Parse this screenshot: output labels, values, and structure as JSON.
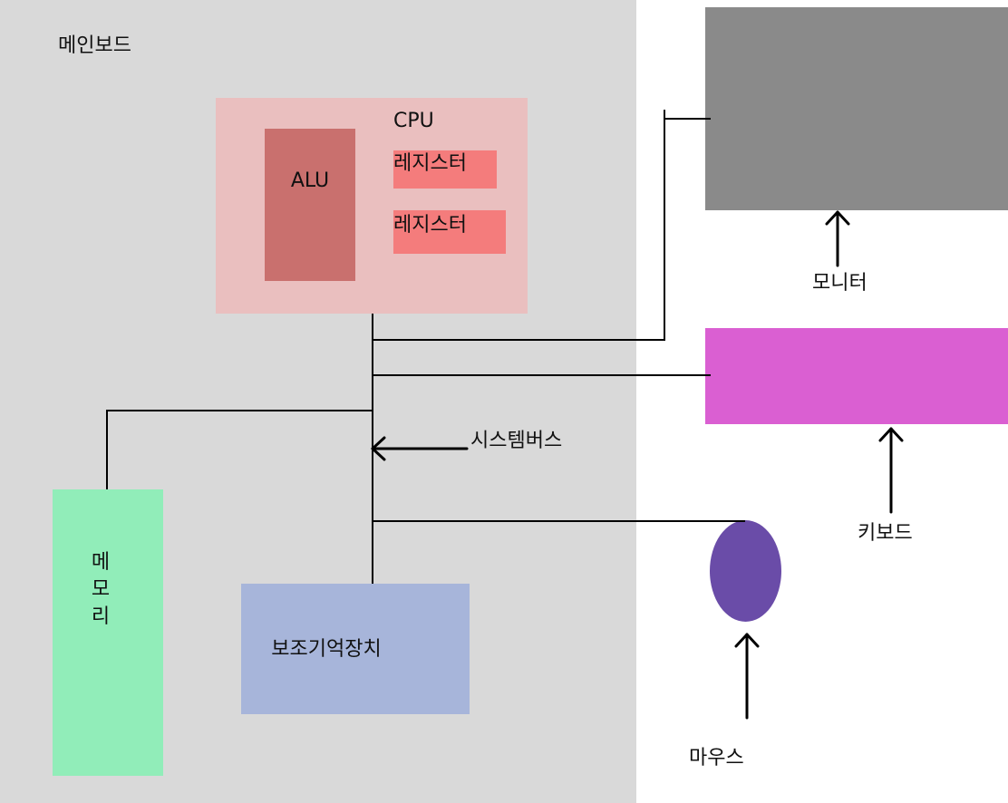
{
  "colors": {
    "mainboard": "#d9d9d9",
    "cpu": "#eabfbf",
    "alu": "#c9706e",
    "register": "#f47c7c",
    "memory": "#91edb9",
    "storage": "#a7b5da",
    "monitor": "#8a8a8a",
    "keyboard": "#da5fd2",
    "mouse": "#6a4ca8",
    "wire": "#000000"
  },
  "mainboard": {
    "label": "메인보드"
  },
  "cpu": {
    "label": "CPU",
    "alu_label": "ALU",
    "registers": [
      "레지스터",
      "레지스터"
    ]
  },
  "memory": {
    "label_chars": [
      "메",
      "모",
      "리"
    ]
  },
  "storage": {
    "label": "보조기억장치"
  },
  "system_bus": {
    "label": "시스템버스"
  },
  "monitor": {
    "label": "모니터"
  },
  "keyboard": {
    "label": "키보드"
  },
  "mouse": {
    "label": "마우스"
  }
}
